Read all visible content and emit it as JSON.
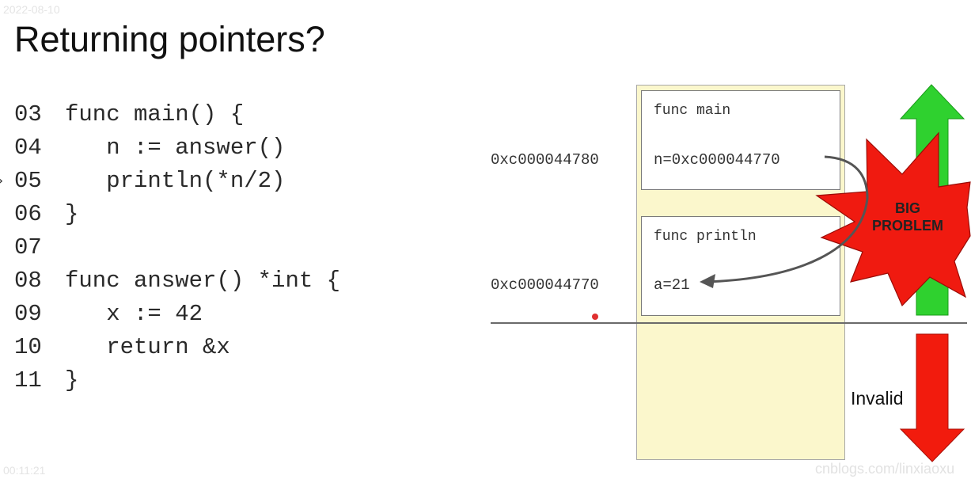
{
  "slide": {
    "title": "Returning pointers?",
    "watermark": "cnblogs.com/linxiaoxu",
    "corner_top": "2022-08-10",
    "corner_bottom": "00:11:21"
  },
  "code": {
    "lines": [
      {
        "num": "03",
        "text": "func main() {"
      },
      {
        "num": "04",
        "text": "   n := answer()"
      },
      {
        "num": "05",
        "text": "   println(*n/2)"
      },
      {
        "num": "06",
        "text": "}"
      },
      {
        "num": "07",
        "text": ""
      },
      {
        "num": "08",
        "text": "func answer() *int {"
      },
      {
        "num": "09",
        "text": "   x := 42"
      },
      {
        "num": "10",
        "text": "   return &x"
      },
      {
        "num": "11",
        "text": "}"
      }
    ],
    "current_line_marker": "›"
  },
  "stack": {
    "frames": [
      {
        "name": "func main",
        "value": "n=0xc000044770",
        "address": "0xc000044780"
      },
      {
        "name": "func println",
        "value": "a=21",
        "address": "0xc000044770"
      }
    ]
  },
  "callouts": {
    "burst": [
      "BIG",
      "PROBLEM"
    ],
    "invalid": "Invalid"
  },
  "colors": {
    "valid_arrow": "#2fd12f",
    "invalid_arrow": "#f21b0d",
    "burst": "#f01a10",
    "stack_fill": "#fbf7cc"
  }
}
